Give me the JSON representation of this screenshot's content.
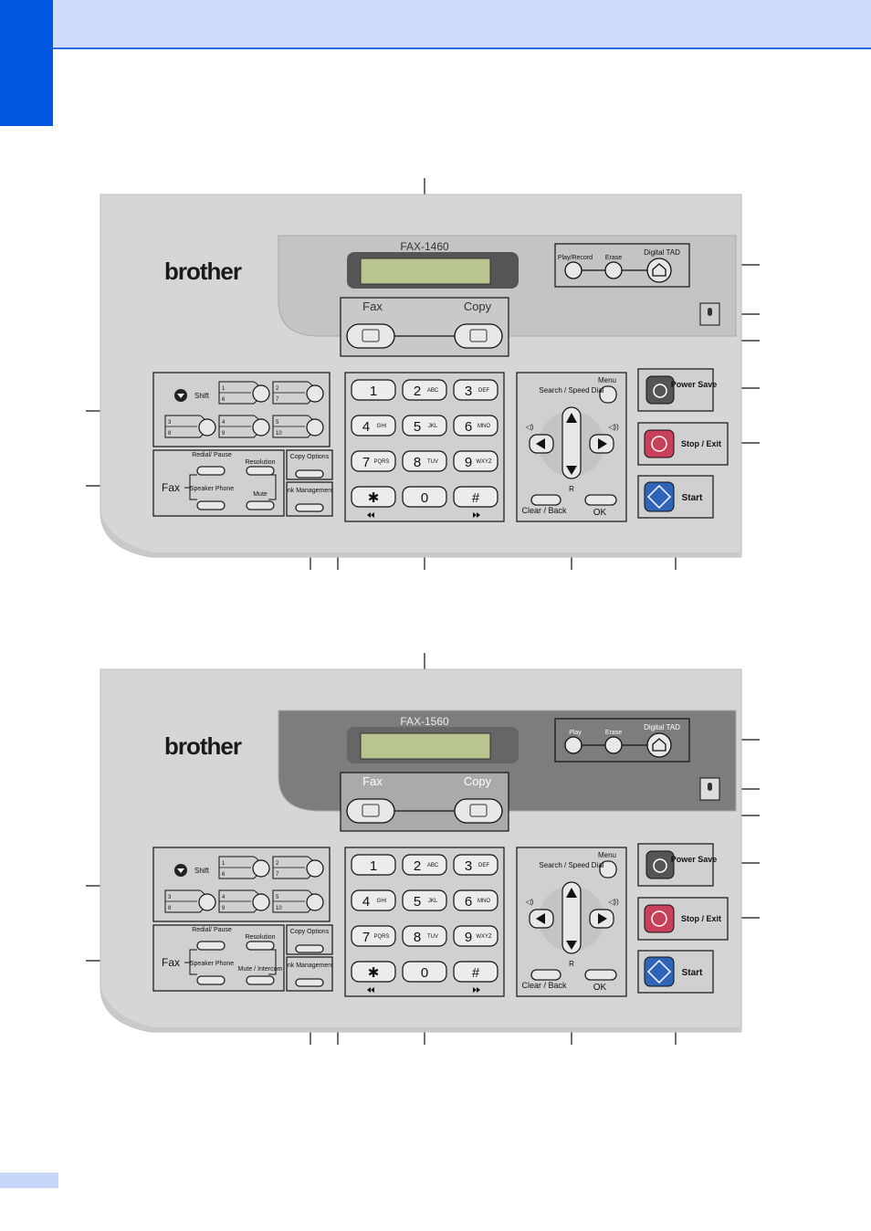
{
  "page": {
    "accent_color": "#0058e0",
    "header_color": "#cfdcfb",
    "page_mark_color": "#c6d5fa"
  },
  "panels": [
    {
      "model": "FAX-1460",
      "brand": "brother",
      "tad_buttons": {
        "play": "Play/Record",
        "erase": "Erase",
        "digital_tad": "Digital TAD"
      },
      "mode": {
        "fax": "Fax",
        "copy": "Copy"
      },
      "one_touch": {
        "shift": "Shift",
        "keys": [
          [
            "1",
            "6"
          ],
          [
            "2",
            "7"
          ],
          [
            "3",
            "8"
          ],
          [
            "4",
            "9"
          ],
          [
            "5",
            "10"
          ]
        ]
      },
      "fax_keys": {
        "fax": "Fax",
        "redial": "Redial/ Pause",
        "resolution": "Resolution",
        "speaker": "Speaker Phone",
        "mute": "Mute"
      },
      "copy_options": "Copy Options",
      "ink_management": "Ink Management",
      "dialpad": [
        {
          "n": "1",
          "l": ""
        },
        {
          "n": "2",
          "l": "ABC"
        },
        {
          "n": "3",
          "l": "DEF"
        },
        {
          "n": "4",
          "l": "GHI"
        },
        {
          "n": "5",
          "l": "JKL"
        },
        {
          "n": "6",
          "l": "MNO"
        },
        {
          "n": "7",
          "l": "PQRS"
        },
        {
          "n": "8",
          "l": "TUV"
        },
        {
          "n": "9",
          "l": "WXYZ"
        },
        {
          "n": "✱",
          "l": ""
        },
        {
          "n": "0",
          "l": ""
        },
        {
          "n": "#",
          "l": ""
        }
      ],
      "nav": {
        "menu": "Menu",
        "search": "Search / Speed Dial",
        "r": "R",
        "clear": "Clear / Back",
        "ok": "OK"
      },
      "power": {
        "power_save": "Power Save",
        "stop": "Stop / Exit",
        "start": "Start"
      }
    },
    {
      "model": "FAX-1560",
      "brand": "brother",
      "tad_buttons": {
        "play": "Play",
        "erase": "Erase",
        "digital_tad": "Digital TAD"
      },
      "mode": {
        "fax": "Fax",
        "copy": "Copy"
      },
      "one_touch": {
        "shift": "Shift",
        "keys": [
          [
            "1",
            "6"
          ],
          [
            "2",
            "7"
          ],
          [
            "3",
            "8"
          ],
          [
            "4",
            "9"
          ],
          [
            "5",
            "10"
          ]
        ]
      },
      "fax_keys": {
        "fax": "Fax",
        "redial": "Redial/ Pause",
        "resolution": "Resolution",
        "speaker": "Speaker Phone",
        "mute": "Mute / Intercom"
      },
      "copy_options": "Copy Options",
      "ink_management": "Ink Management",
      "dialpad": [
        {
          "n": "1",
          "l": ""
        },
        {
          "n": "2",
          "l": "ABC"
        },
        {
          "n": "3",
          "l": "DEF"
        },
        {
          "n": "4",
          "l": "GHI"
        },
        {
          "n": "5",
          "l": "JKL"
        },
        {
          "n": "6",
          "l": "MNO"
        },
        {
          "n": "7",
          "l": "PQRS"
        },
        {
          "n": "8",
          "l": "TUV"
        },
        {
          "n": "9",
          "l": "WXYZ"
        },
        {
          "n": "✱",
          "l": ""
        },
        {
          "n": "0",
          "l": ""
        },
        {
          "n": "#",
          "l": ""
        }
      ],
      "nav": {
        "menu": "Menu",
        "search": "Search / Speed Dial",
        "r": "R",
        "clear": "Clear / Back",
        "ok": "OK"
      },
      "power": {
        "power_save": "Power Save",
        "stop": "Stop / Exit",
        "start": "Start"
      }
    }
  ]
}
